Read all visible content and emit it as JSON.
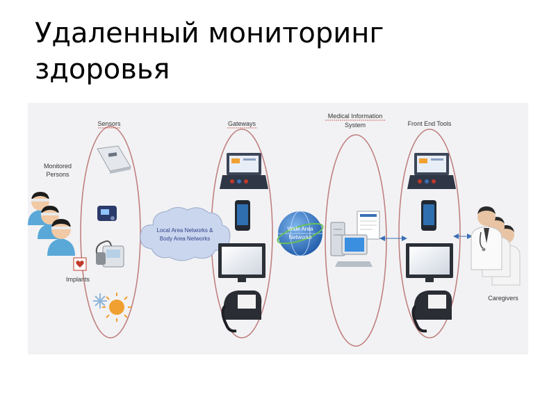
{
  "slide": {
    "title_line1": "Удаленный мониторинг",
    "title_line2": "здоровья"
  },
  "diagram": {
    "columns": {
      "sensors": "Sensors",
      "gateways": "Gateways",
      "medical_info_line1": "Medical Information",
      "medical_info_line2": "System",
      "front_end": "Front End Tools"
    },
    "actors": {
      "monitored_line1": "Monitored",
      "monitored_line2": "Persons",
      "implants": "Implants",
      "caregivers": "Caregivers"
    },
    "networks": {
      "lan_line1": "Local Area Networks &",
      "lan_line2": "Body Area Networks",
      "wan_line1": "Wide Area",
      "wan_line2": "Networks"
    }
  },
  "colors": {
    "ellipse_stroke": "#c08080",
    "arrow": "#3a6fb5",
    "cloud": "#c9d6ee",
    "globe": "#2f72c4"
  },
  "icons": [
    "person-group-icon",
    "heart-icon",
    "scale-icon",
    "pulse-oximeter-icon",
    "blood-pressure-monitor-icon",
    "weather-icon",
    "cloud-icon",
    "laptop-icon",
    "smartphone-icon",
    "monitor-icon",
    "desk-phone-icon",
    "globe-icon",
    "server-icon",
    "desktop-computer-icon",
    "document-icon",
    "caregiver-group-icon"
  ]
}
